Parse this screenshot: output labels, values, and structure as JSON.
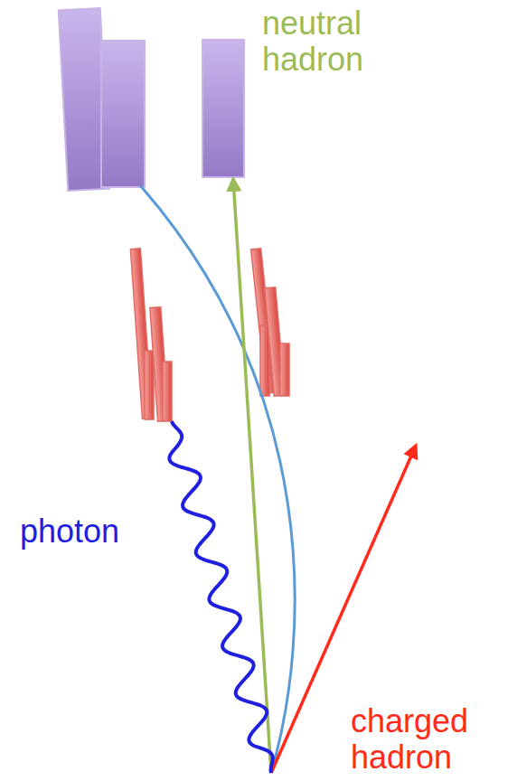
{
  "diagram": {
    "labels": [
      "neutral hadron",
      "photon",
      "charged hadron"
    ]
  }
}
